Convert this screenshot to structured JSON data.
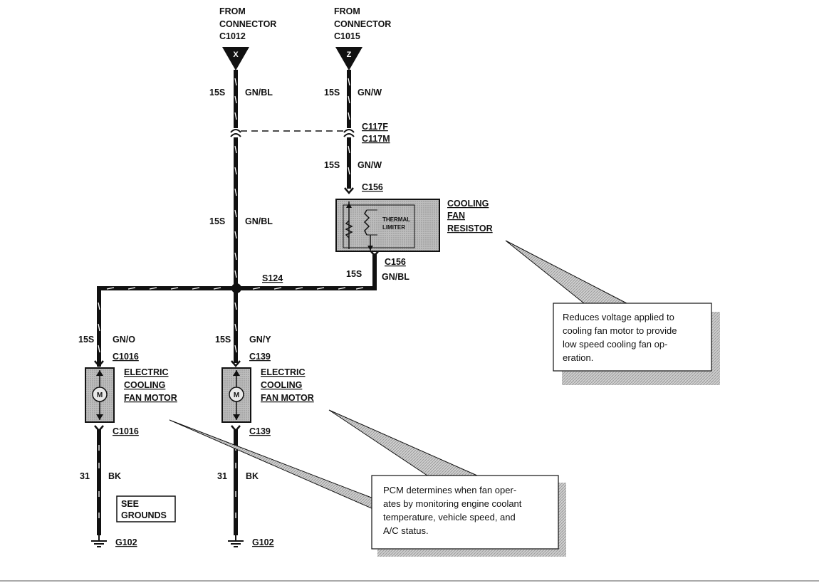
{
  "connectors": {
    "c1012": {
      "from": "FROM",
      "connector": "CONNECTOR",
      "id": "C1012",
      "pin": "X"
    },
    "c1015": {
      "from": "FROM",
      "connector": "CONNECTOR",
      "id": "C1015",
      "pin": "Z"
    }
  },
  "wires": {
    "left_top_gauge": "15S",
    "left_top_color": "GN/BL",
    "right_top_gauge": "15S",
    "right_top_color": "GN/W",
    "right_mid_gauge": "15S",
    "right_mid_color": "GN/W",
    "left_mid_gauge": "15S",
    "left_mid_color": "GN/BL",
    "resistor_out_gauge": "15S",
    "resistor_out_color": "GN/BL",
    "fan1_gauge": "15S",
    "fan1_color": "GN/O",
    "fan2_gauge": "15S",
    "fan2_color": "GN/Y",
    "gnd1_gauge": "31",
    "gnd1_color": "BK",
    "gnd2_gauge": "31",
    "gnd2_color": "BK"
  },
  "connector_labels": {
    "c117f": "C117F",
    "c117m": "C117M",
    "c156_top": "C156",
    "c156_bottom": "C156",
    "splice": "S124",
    "c1016_top": "C1016",
    "c1016_bottom": "C1016",
    "c139_top": "C139",
    "c139_bottom": "C139",
    "g102_left": "G102",
    "g102_right": "G102"
  },
  "components": {
    "resistor": {
      "line1": "COOLING",
      "line2": "FAN",
      "line3": "RESISTOR",
      "thermal1": "THERMAL",
      "thermal2": "LIMITER"
    },
    "fan_motor_1": {
      "line1": "ELECTRIC",
      "line2": "COOLING",
      "line3": "FAN MOTOR",
      "symbol": "M"
    },
    "fan_motor_2": {
      "line1": "ELECTRIC",
      "line2": "COOLING",
      "line3": "FAN MOTOR",
      "symbol": "M"
    },
    "see_grounds": {
      "line1": "SEE",
      "line2": "GROUNDS"
    }
  },
  "callouts": {
    "resistor_note": [
      "Reduces voltage applied to",
      "cooling fan motor to provide",
      "low speed cooling fan op-",
      "eration."
    ],
    "pcm_note": [
      "PCM determines when fan oper-",
      "ates by monitoring engine coolant",
      "temperature, vehicle speed, and",
      "A/C status."
    ]
  }
}
